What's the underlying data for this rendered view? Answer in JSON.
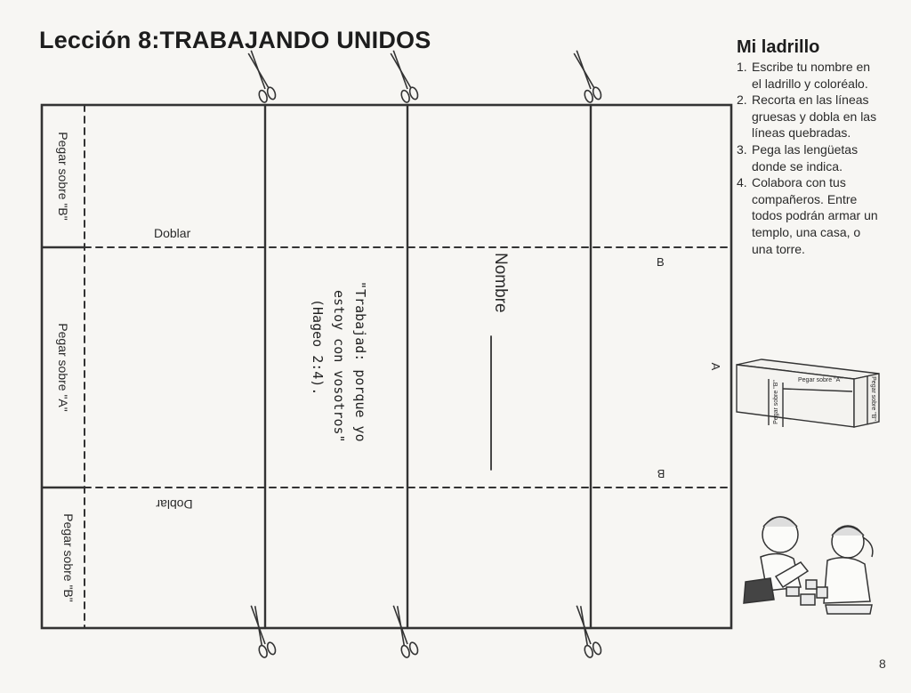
{
  "header": {
    "title": "Lección 8:TRABAJANDO UNIDOS"
  },
  "sidebar": {
    "title": "Mi ladrillo",
    "steps": [
      {
        "num": "1.",
        "text": "Escribe tu nombre en el ladrillo y coloréalo."
      },
      {
        "num": "2.",
        "text": "Recorta en las líneas gruesas y dobla en las líneas quebradas."
      },
      {
        "num": "3.",
        "text": "Pega las lengüetas donde se indica."
      },
      {
        "num": "4.",
        "text": "Colabora con tus compañeros. Entre todos podrán armar un templo, una casa, o una torre."
      }
    ]
  },
  "template": {
    "tab_top": "Pegar sobre \"B\"",
    "tab_middle": "Pegar sobre \"A\"",
    "tab_bottom": "Pegar sobre \"B\"",
    "fold_top": "Doblar",
    "fold_bottom": "Doblar",
    "quote_line1": "\"Trabajad: porque yo",
    "quote_line2": "estoy con vosotros\"",
    "quote_line3": "(Hageo 2:4).",
    "name_label": "Nombre",
    "marker_b_top": "B",
    "marker_a": "A",
    "marker_b_bottom": "B"
  },
  "brick_illustration": {
    "label_front": "Pegar sobre \"A\"",
    "label_left": "Pegar sobre \"B\"",
    "label_right": "Pegar sobre \"B\""
  },
  "page_number": "8"
}
